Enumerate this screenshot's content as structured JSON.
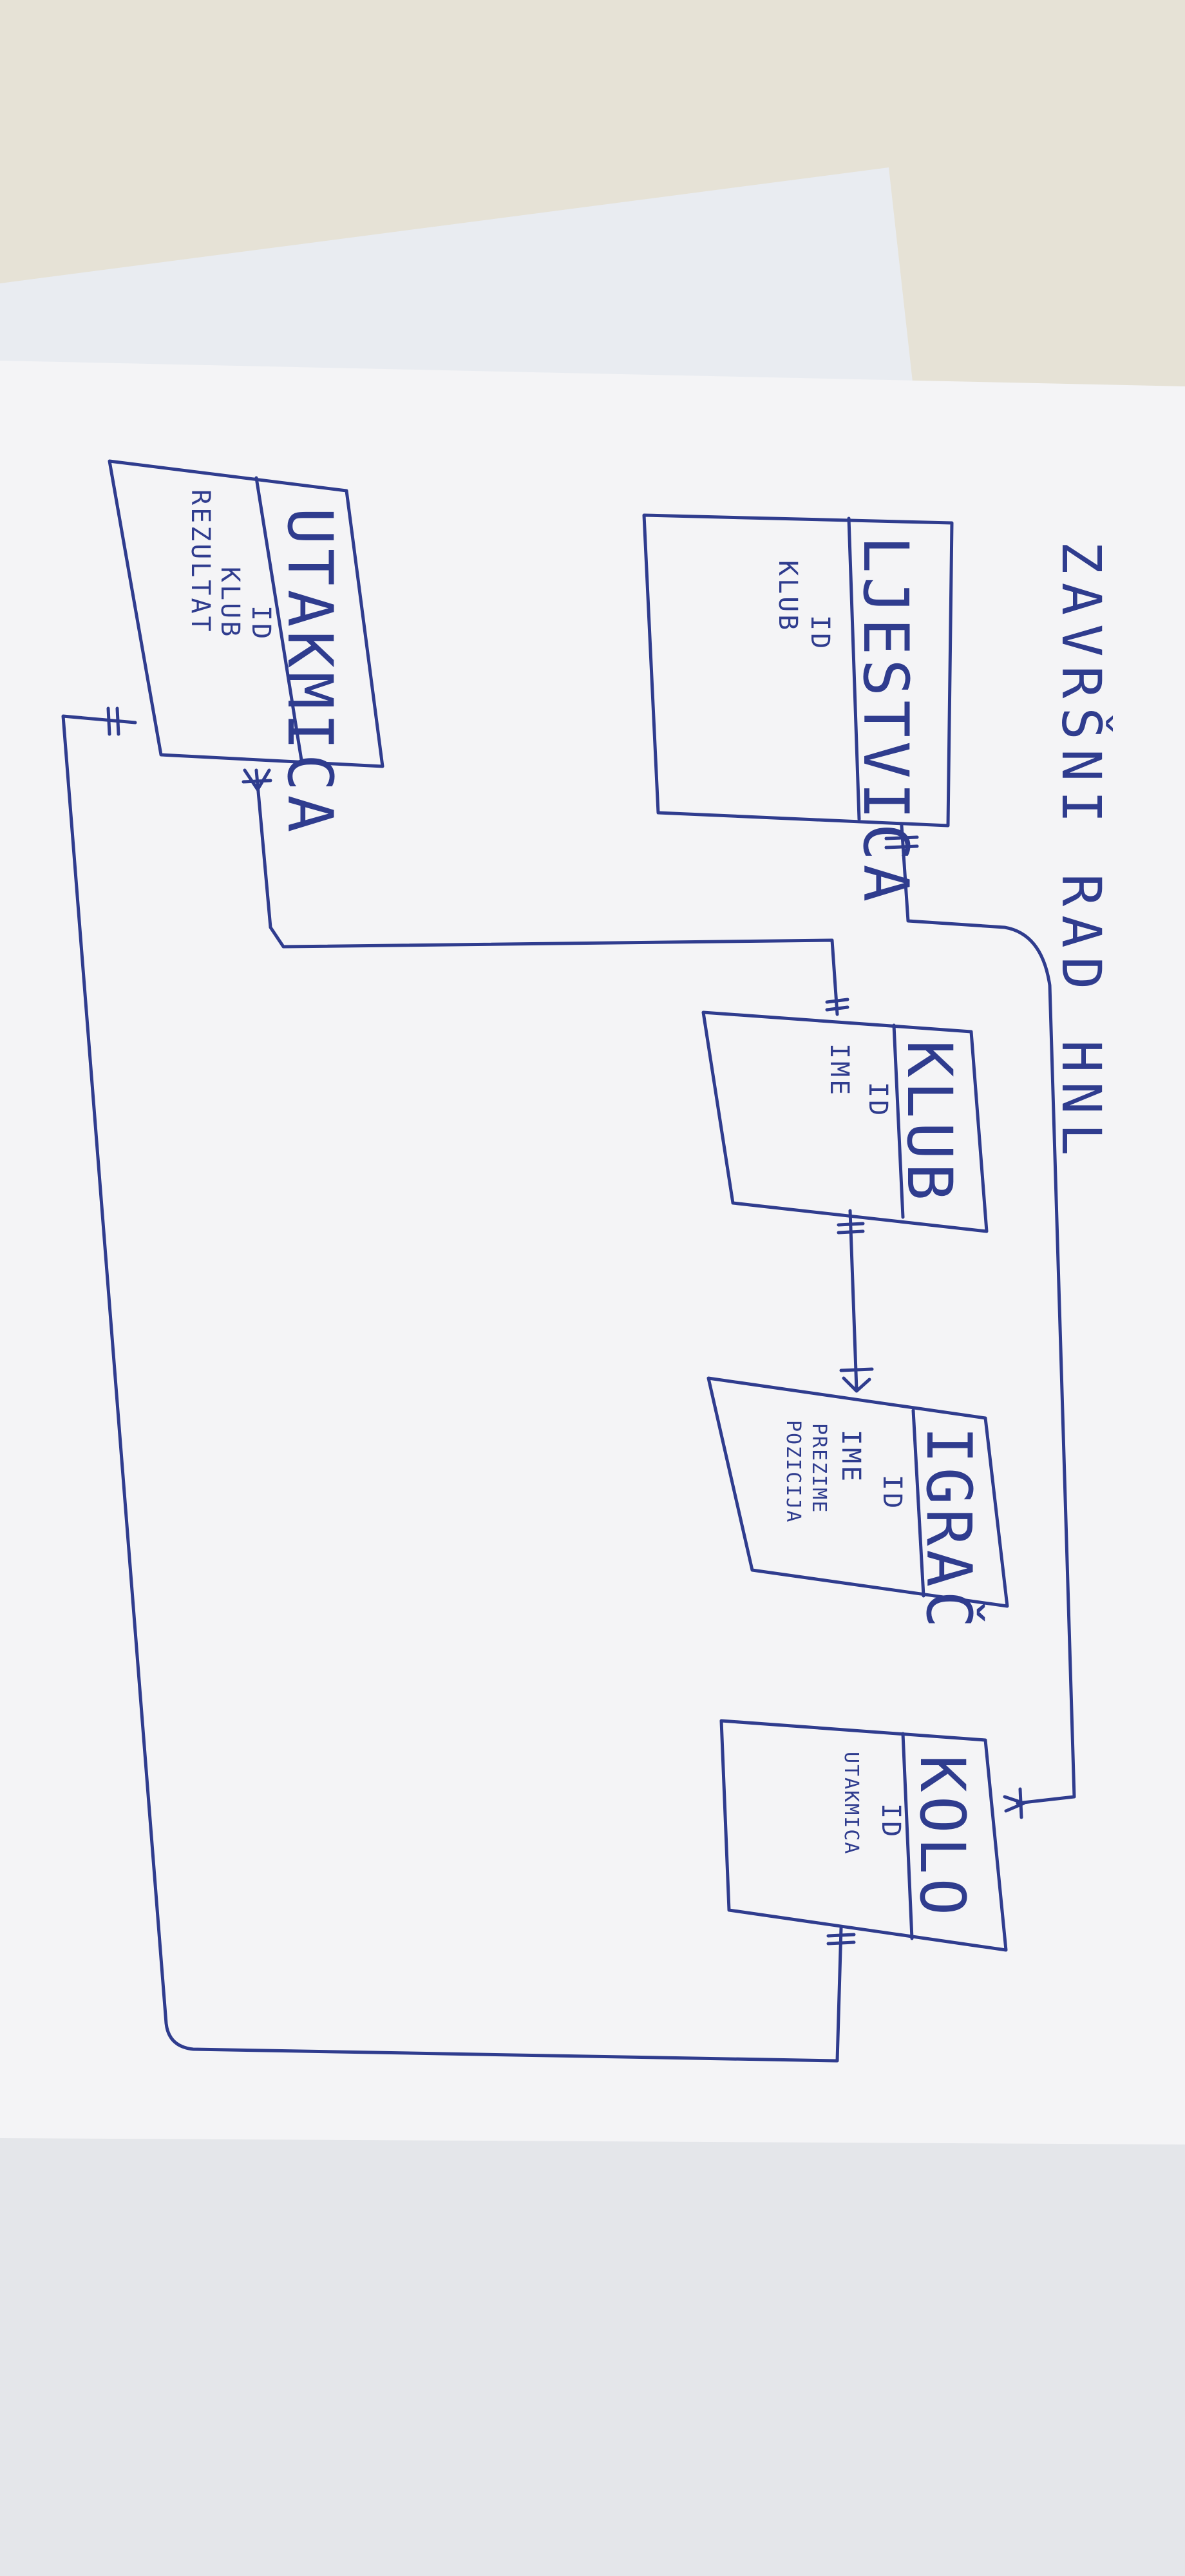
{
  "heading": "ZAVRŠNI RAD HNL",
  "entities": [
    {
      "id": "ljestvica",
      "title": "LJESTVICA",
      "attributes": [
        "ID",
        "KLUB"
      ]
    },
    {
      "id": "utakmica",
      "title": "UTAKMICA",
      "attributes": [
        "ID",
        "KLUB",
        "REZULTAT"
      ]
    },
    {
      "id": "klub",
      "title": "KLUB",
      "attributes": [
        "ID",
        "IME"
      ]
    },
    {
      "id": "igrac",
      "title": "IGRAČ",
      "attributes": [
        "ID",
        "IME",
        "PREZIME",
        "POZICIJA"
      ]
    },
    {
      "id": "kolo",
      "title": "KOLO",
      "attributes": [
        "ID",
        "UTAKMICA"
      ]
    }
  ],
  "colors": {
    "ink": "#2f3c8e",
    "paper": "#f4f4f6",
    "background": "#e6e2d6"
  }
}
